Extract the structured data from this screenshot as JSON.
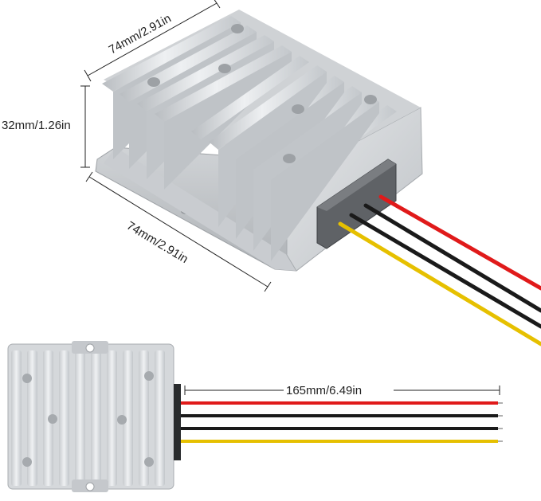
{
  "dimensions": {
    "top_width": "74mm/2.91in",
    "height": "32mm/1.26in",
    "bottom_depth": "74mm/2.91in",
    "wire_length": "165mm/6.49in"
  },
  "colors": {
    "aluminum": "#d3d6d9",
    "aluminum_dark": "#a9adb1",
    "aluminum_light": "#eceef0",
    "wire_red": "#e01a1a",
    "wire_black": "#1a1a1a",
    "wire_yellow": "#e6c000",
    "grommet": "#5a5d60",
    "dimension_line": "#222222"
  },
  "wires": [
    "red",
    "black",
    "black",
    "yellow"
  ]
}
